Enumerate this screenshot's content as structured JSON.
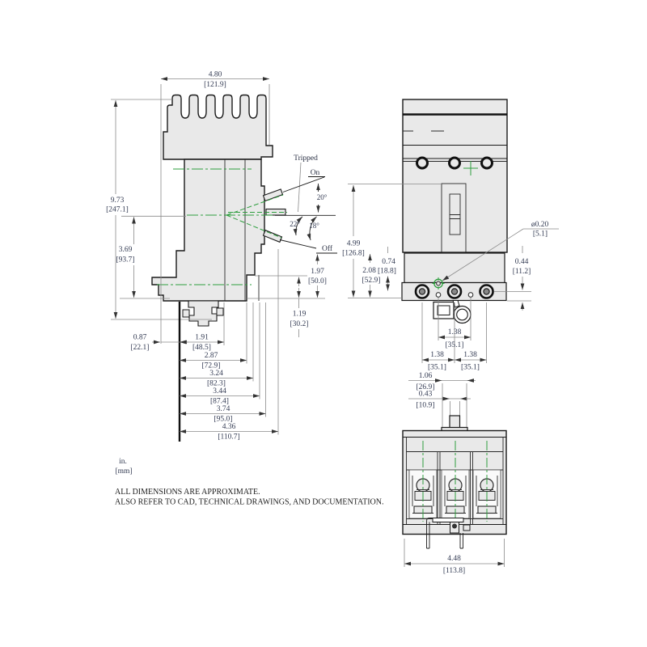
{
  "colors": {
    "accent_green": "#2e9e3e",
    "object_line": "#1a1a1a",
    "dim_text": "#323a52",
    "body_fill": "#e9e9e9"
  },
  "notes": {
    "units_in": "in.",
    "units_mm": "[mm]",
    "line1": "ALL DIMENSIONS ARE APPROXIMATE.",
    "line2": "ALSO REFER TO CAD, TECHNICAL DRAWINGS, AND DOCUMENTATION."
  },
  "side_view": {
    "width_in": "4.80",
    "width_mm": "[121.9]",
    "height_in": "9.73",
    "height_mm": "[247.1]",
    "lower_height_in": "3.69",
    "lower_height_mm": "[93.7]",
    "off_height_in": "1.97",
    "off_height_mm": "[50.0]",
    "terminal_height_in": "1.19",
    "terminal_height_mm": "[30.2]",
    "label_tripped": "Tripped",
    "label_on": "On",
    "label_off": "Off",
    "angle_on": "20°",
    "angle_off1": "22°",
    "angle_off2": "18°",
    "depth_dims": [
      {
        "in": "0.87",
        "mm": "[22.1]"
      },
      {
        "in": "1.91",
        "mm": "[48.5]"
      },
      {
        "in": "2.87",
        "mm": "[72.9]"
      },
      {
        "in": "3.24",
        "mm": "[82.3]"
      },
      {
        "in": "3.44",
        "mm": "[87.4]"
      },
      {
        "in": "3.74",
        "mm": "[95.0]"
      },
      {
        "in": "4.36",
        "mm": "[110.7]"
      }
    ]
  },
  "front_view": {
    "height_in": "4.99",
    "height_mm": "[126.8]",
    "terminal_in": "2.08",
    "terminal_mm": "[52.9]",
    "hole_offset_in": "0.74",
    "hole_offset_mm": "[18.8]",
    "screw_offset_in": "0.44",
    "screw_offset_mm": "[11.2]",
    "hole_dia_in": "ø0.20",
    "hole_dia_mm": "[5.1]",
    "spacing": [
      {
        "in": "1.38",
        "mm": "[35.1]"
      },
      {
        "in": "1.38",
        "mm": "[35.1]"
      },
      {
        "in": "1.38",
        "mm": "[35.1]"
      }
    ]
  },
  "bottom_view": {
    "escutcheon_in": "1.06",
    "escutcheon_mm": "[26.9]",
    "handle_in": "0.43",
    "handle_mm": "[10.9]",
    "width_in": "4.48",
    "width_mm": "[113.8]"
  }
}
